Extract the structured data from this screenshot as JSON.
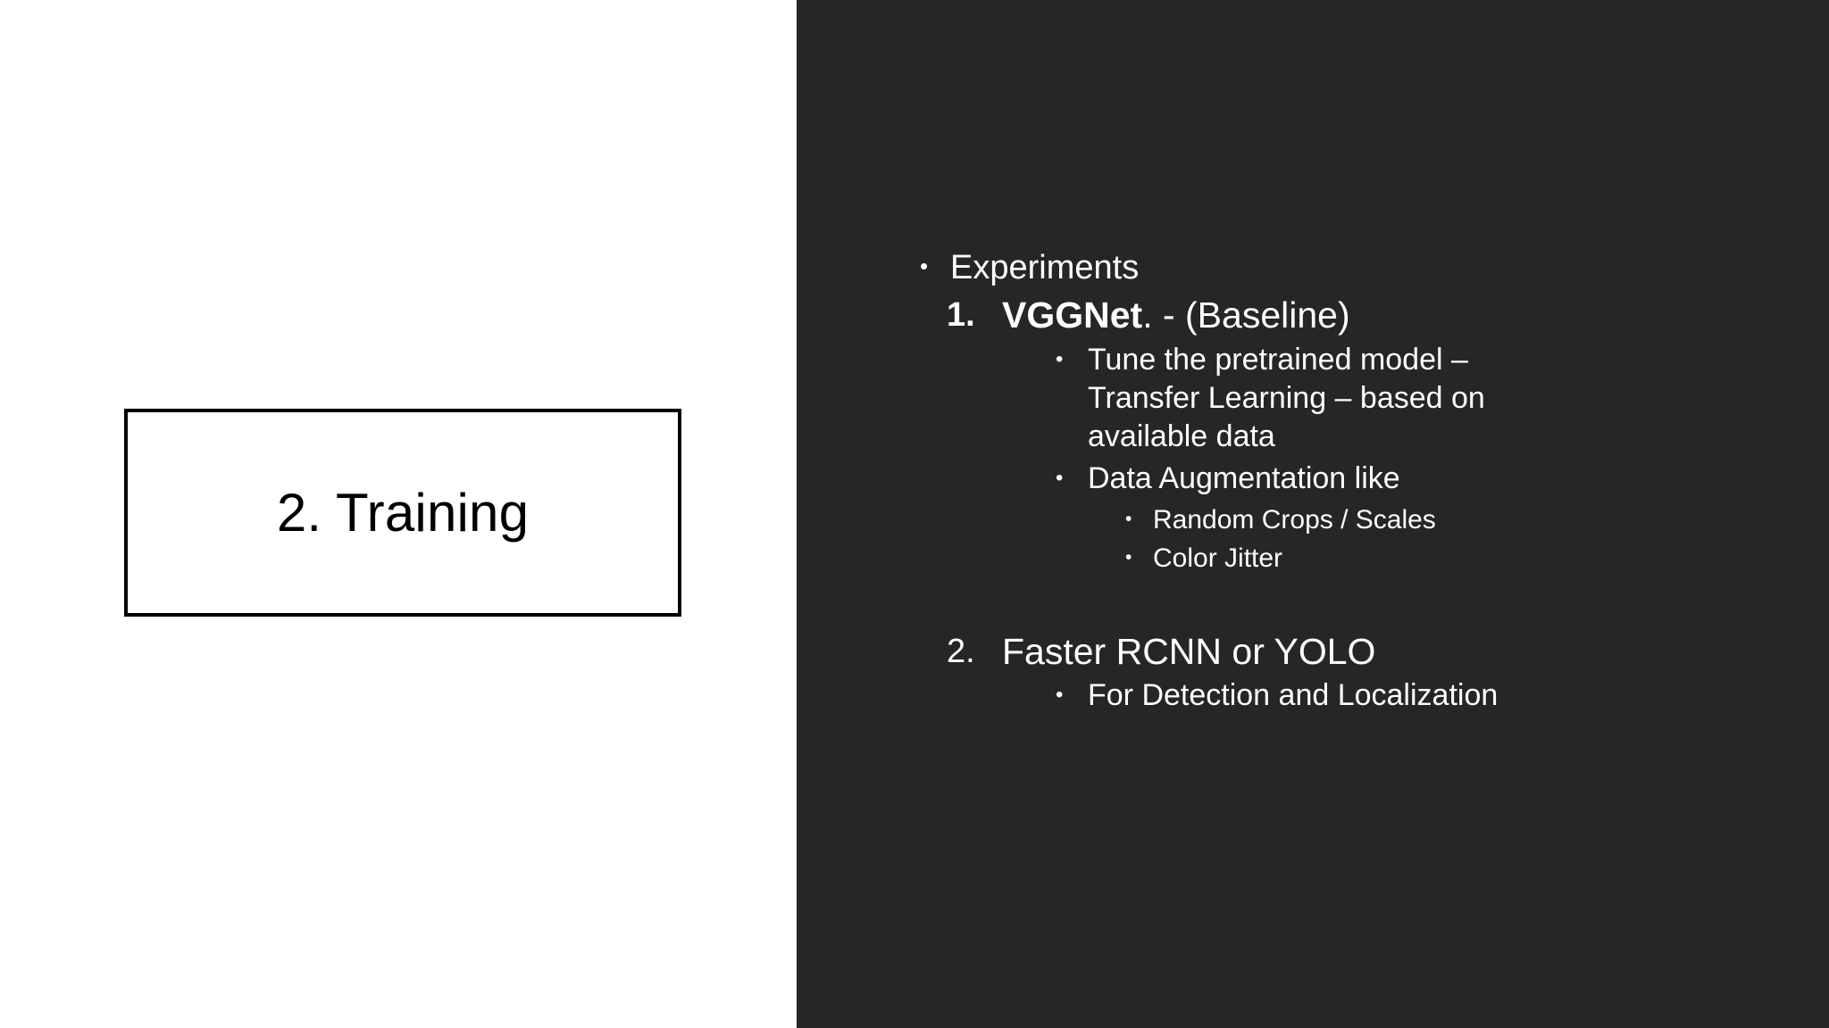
{
  "slide": {
    "title_box": {
      "text": "2. Training"
    },
    "colors": {
      "left_background": "#ffffff",
      "right_background": "#262626",
      "body_text": "#ffffff",
      "title_text": "#000000",
      "title_box_border": "#000000"
    },
    "content": {
      "level1_experiments": {
        "bullet": "•",
        "text": "Experiments"
      },
      "item1": {
        "marker": "1.",
        "name_bold": "VGGNet",
        "rest": ". - (Baseline)",
        "sub": [
          {
            "bullet": "•",
            "text": "Tune the pretrained model – Transfer Learning – based on available data"
          },
          {
            "bullet": "•",
            "text": "Data Augmentation like"
          }
        ],
        "sub_sub": [
          {
            "bullet": "•",
            "text": "Random Crops / Scales"
          },
          {
            "bullet": "•",
            "text": "Color Jitter"
          }
        ]
      },
      "item2": {
        "marker": "2.",
        "text": "Faster RCNN or YOLO",
        "sub": [
          {
            "bullet": "•",
            "text": "For Detection and Localization"
          }
        ]
      }
    }
  }
}
